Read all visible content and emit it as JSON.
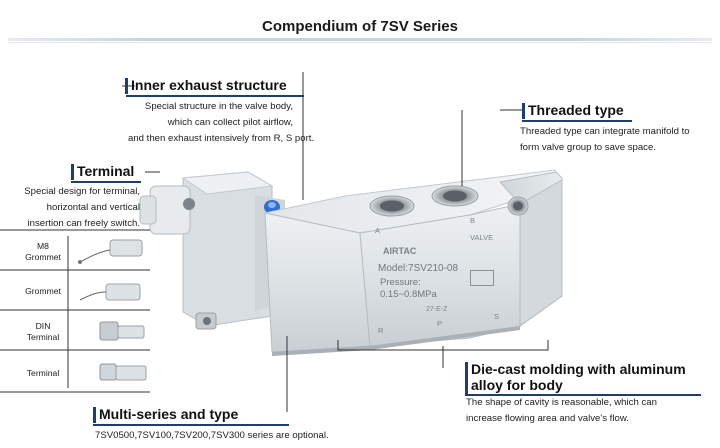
{
  "title": "Compendium of 7SV Series",
  "callouts": {
    "inner_exhaust": {
      "heading": "Inner exhaust structure",
      "lines": [
        "Special structure in the valve body,",
        "which can collect pilot airflow,",
        "and then exhaust intensively from R, S port."
      ]
    },
    "threaded": {
      "heading": "Threaded type",
      "lines": [
        "Threaded type can integrate manifold to",
        "form valve group to save space."
      ]
    },
    "terminal": {
      "heading": "Terminal",
      "lines": [
        "Special design for terminal,",
        "horizontal and vertical",
        "insertion can freely switch."
      ]
    },
    "multi_series": {
      "heading": "Multi-series and type",
      "lines": [
        "7SV0500,7SV100,7SV200,7SV300 series are optional."
      ]
    },
    "die_cast": {
      "heading_lines": [
        "Die-cast molding with aluminum",
        "alloy for body"
      ],
      "lines": [
        "The shape of cavity is reasonable, which can",
        "increase flowing area and valve's flow."
      ]
    }
  },
  "terminal_rows": [
    {
      "label_lines": [
        "M8",
        "Grommet"
      ]
    },
    {
      "label_lines": [
        "Grommet"
      ]
    },
    {
      "label_lines": [
        "DIN",
        "Terminal"
      ]
    },
    {
      "label_lines": [
        "Terminal"
      ]
    }
  ],
  "valve_markings": {
    "brand": "AIRTAC",
    "model": "Model:7SV210-08",
    "pressure_label": "Pressure:",
    "pressure_value": "0.15~0.8MPa",
    "valve": "VALVE",
    "port_a": "A",
    "port_b": "B",
    "port_r": "R",
    "port_p": "P",
    "port_s": "S",
    "code": "27-E-Z"
  },
  "colors": {
    "accent_bar": "#1d3e6e",
    "valve_body": "#dfe3e6",
    "valve_shadow": "#b9c0c6",
    "blue_part": "#2f6fd1"
  }
}
